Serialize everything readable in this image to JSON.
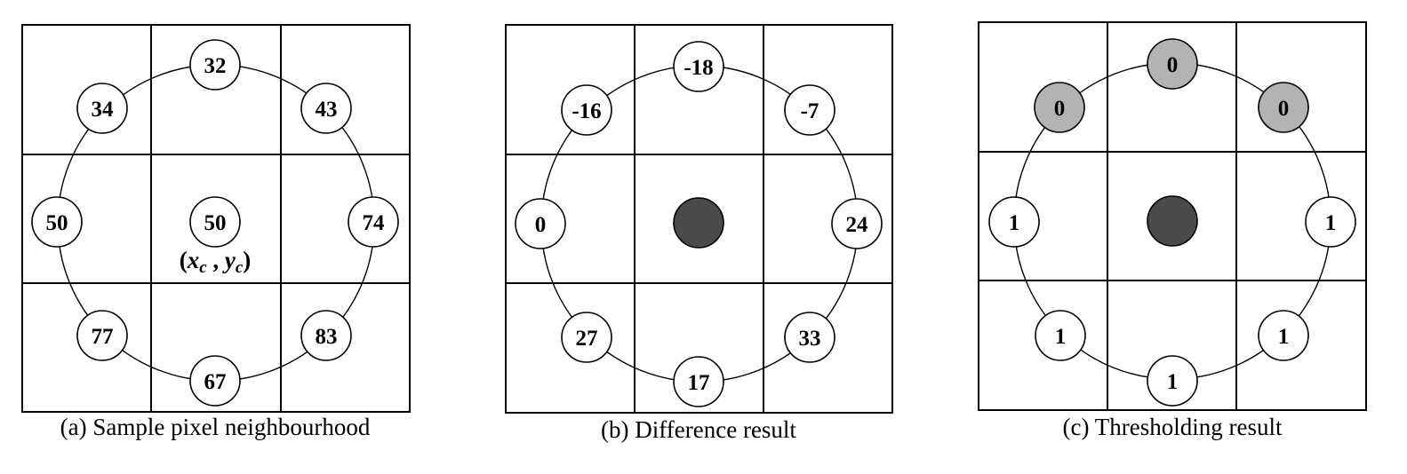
{
  "panels": [
    {
      "caption": "(a) Sample pixel neighbourhood",
      "center_value": "50",
      "center_coord": {
        "open": "(",
        "x": "x",
        "xsub": "c",
        "sep": " , ",
        "y": "y",
        "ysub": "c",
        "close": ")"
      },
      "neighbors": [
        "34",
        "32",
        "43",
        "74",
        "83",
        "67",
        "77",
        "50"
      ],
      "neighbor_fill": [
        "#ffffff",
        "#ffffff",
        "#ffffff",
        "#ffffff",
        "#ffffff",
        "#ffffff",
        "#ffffff",
        "#ffffff"
      ]
    },
    {
      "caption": "(b) Difference result",
      "center_fill": "#4a4a4a",
      "neighbors": [
        "-16",
        "-18",
        "-7",
        "24",
        "33",
        "17",
        "27",
        "0"
      ],
      "neighbor_fill": [
        "#ffffff",
        "#ffffff",
        "#ffffff",
        "#ffffff",
        "#ffffff",
        "#ffffff",
        "#ffffff",
        "#ffffff"
      ]
    },
    {
      "caption": "(c) Thresholding result",
      "center_fill": "#4a4a4a",
      "neighbors": [
        "0",
        "0",
        "0",
        "1",
        "1",
        "1",
        "1",
        "1"
      ],
      "neighbor_fill": [
        "#b3b3b3",
        "#b3b3b3",
        "#b3b3b3",
        "#ffffff",
        "#ffffff",
        "#ffffff",
        "#ffffff",
        "#ffffff"
      ]
    }
  ]
}
